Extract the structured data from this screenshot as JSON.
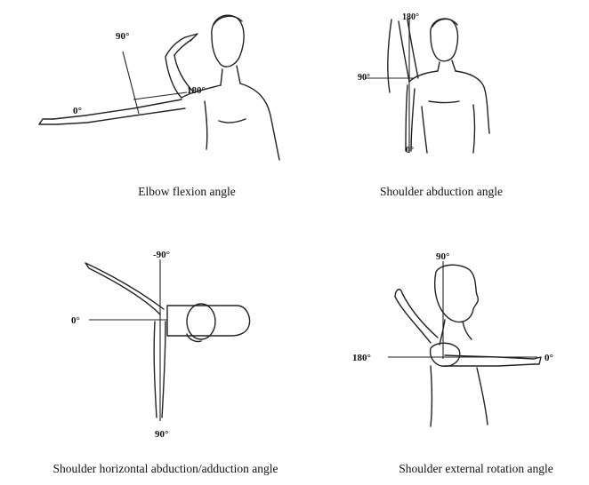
{
  "panels": {
    "elbow": {
      "caption": "Elbow flexion angle",
      "labels": {
        "a90": "90°",
        "a180": "180°",
        "a0": "0°"
      }
    },
    "abduction": {
      "caption": "Shoulder abduction angle",
      "labels": {
        "a180": "180°",
        "a90": "90°",
        "a0": "0°"
      }
    },
    "horizontal": {
      "caption": "Shoulder horizontal abduction/adduction angle",
      "labels": {
        "aneg90": "-90°",
        "a0": "0°",
        "a90": "90°"
      }
    },
    "rotation": {
      "caption": "Shoulder external rotation angle",
      "labels": {
        "a90": "90°",
        "a180": "180°",
        "a0": "0°"
      }
    }
  }
}
